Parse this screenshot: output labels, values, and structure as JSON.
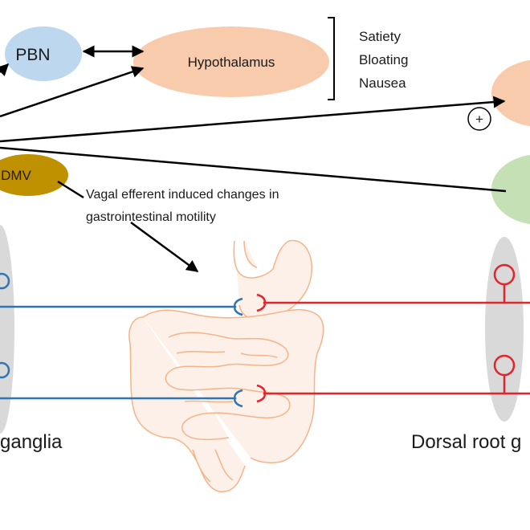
{
  "nodes": {
    "pbn": "PBN",
    "hypothalamus": "Hypothalamus",
    "dmv": "DMV",
    "plus_sign": "+"
  },
  "symptoms": [
    "Satiety",
    "Bloating",
    "Nausea"
  ],
  "annotation": {
    "line1": "Vagal efferent induced changes in",
    "line2": "gastrointestinal motility"
  },
  "bottom_labels": {
    "left": "ganglia",
    "right": "Dorsal root g"
  },
  "colors": {
    "pbn_fill": "#bdd7ee",
    "hypothalamus_fill": "#f8cbad",
    "dmv_fill": "#bf9000",
    "right_green": "#c5e0b4",
    "ganglia_gray": "#d9d9d9",
    "vagal_blue": "#2e75b6",
    "spinal_red": "#e3242b",
    "gut_outline": "#f4b183",
    "gut_fill": "#fdf0e7"
  }
}
